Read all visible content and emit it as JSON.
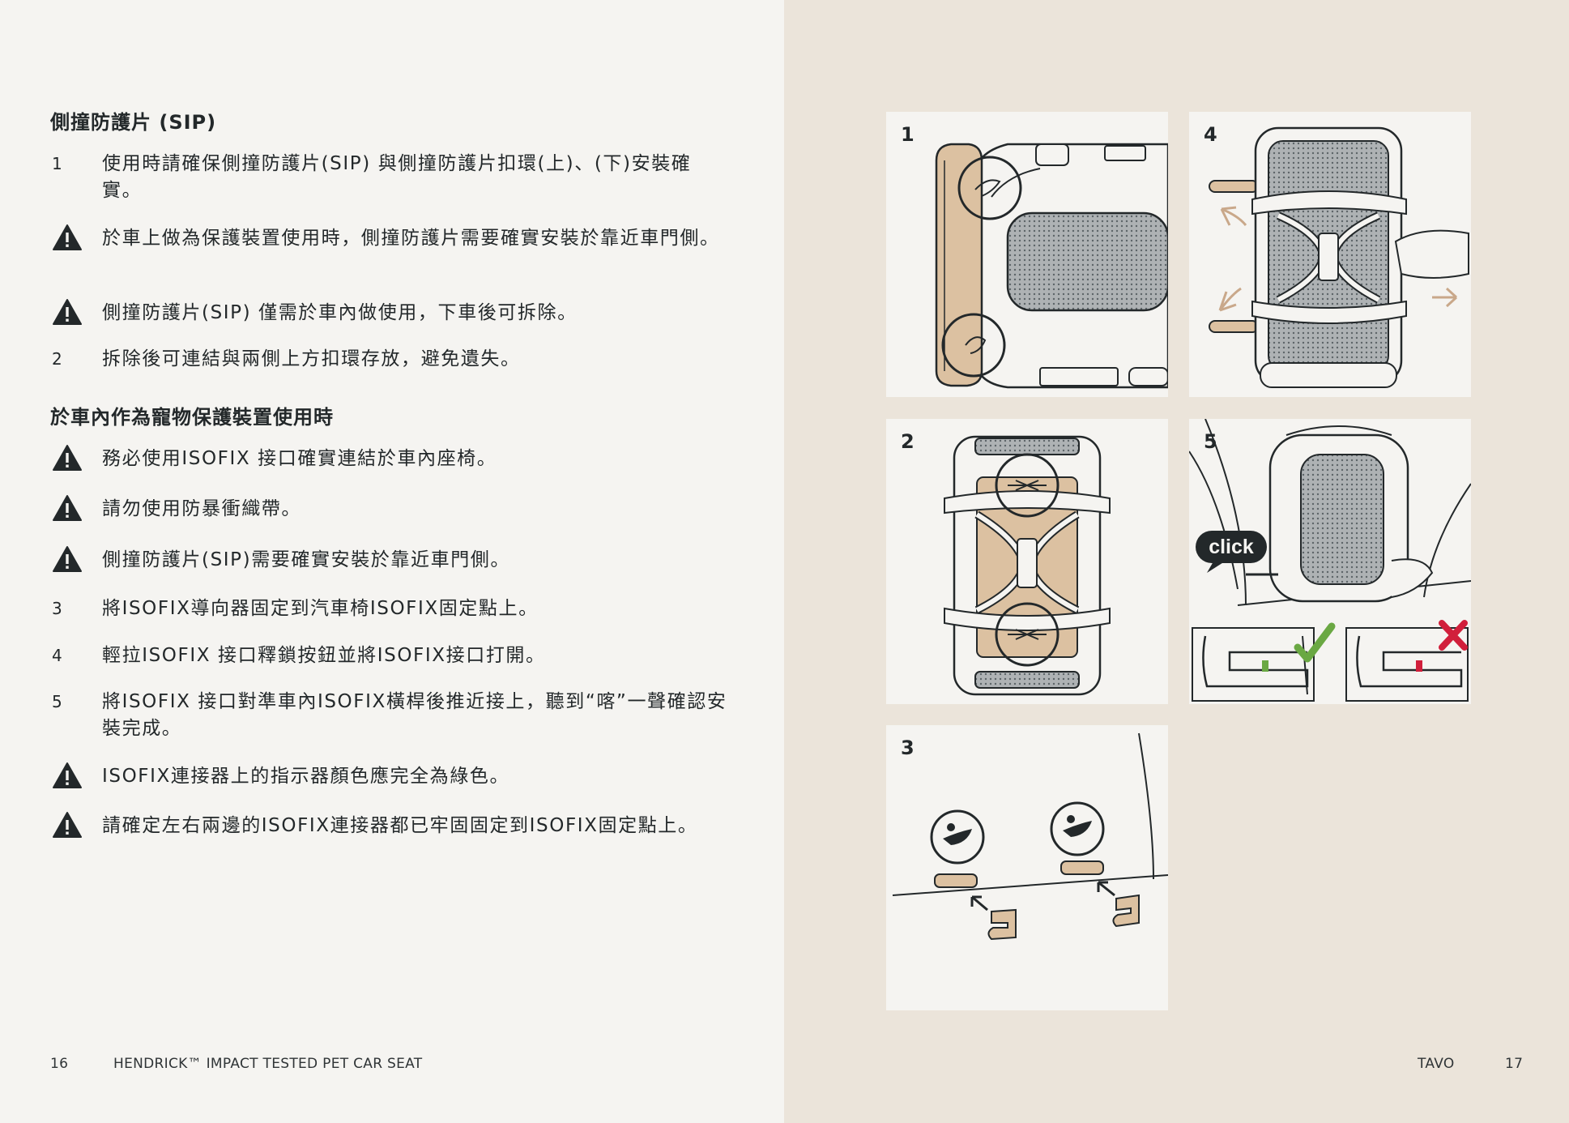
{
  "left": {
    "section1_title": "側撞防護片 (SIP)",
    "section1_items": [
      {
        "marker": "1",
        "text": "使用時請確保側撞防護片(SIP) 與側撞防護片扣環(上)、(下)安裝確實。"
      },
      {
        "marker": "warning-icon",
        "text": "於車上做為保護裝置使用時，側撞防護片需要確實安裝於靠近車門側。"
      },
      {
        "marker": "warning-icon",
        "text": "側撞防護片(SIP) 僅需於車內做使用，下車後可拆除。"
      },
      {
        "marker": "2",
        "text": "拆除後可連結與兩側上方扣環存放，避免遺失。"
      }
    ],
    "section2_title": "於車內作為寵物保護裝置使用時",
    "section2_items": [
      {
        "marker": "warning-icon",
        "text": "務必使用ISOFIX 接口確實連結於車內座椅。"
      },
      {
        "marker": "warning-icon",
        "text": "請勿使用防暴衝織帶。"
      },
      {
        "marker": "warning-icon",
        "text": "側撞防護片(SIP)需要確實安裝於靠近車門側。"
      },
      {
        "marker": "3",
        "text": "將ISOFIX導向器固定到汽車椅ISOFIX固定點上。"
      },
      {
        "marker": "4",
        "text": "輕拉ISOFIX 接口釋鎖按鈕並將ISOFIX接口打開。"
      },
      {
        "marker": "5",
        "text": "將ISOFIX 接口對準車內ISOFIX橫桿後推近接上，聽到“喀”一聲確認安裝完成。"
      },
      {
        "marker": "warning-icon",
        "text": "ISOFIX連接器上的指示器顏色應完全為綠色。"
      },
      {
        "marker": "warning-icon",
        "text": "請確定左右兩邊的ISOFIX連接器都已牢固固定到ISOFIX固定點上。"
      }
    ],
    "footer_page": "16",
    "footer_title": "HENDRICK™ IMPACT TESTED PET CAR SEAT"
  },
  "right": {
    "panels": [
      {
        "number": "1",
        "illustration": "side-impact-protector-illustration"
      },
      {
        "number": "4",
        "illustration": "isofix-release-illustration"
      },
      {
        "number": "2",
        "illustration": "sip-storage-illustration"
      },
      {
        "number": "5",
        "illustration": "isofix-attach-illustration",
        "callout": "click"
      },
      {
        "number": "3",
        "illustration": "isofix-guide-illustration"
      }
    ],
    "footer_brand": "TAVO",
    "footer_page": "17"
  },
  "colors": {
    "left_page": "#f5f4f1",
    "right_page": "#ebe4da",
    "ink": "#23282a",
    "tan": "#dcc1a1",
    "mesh": "#5d6468",
    "ok_green": "#6aa843",
    "error_red": "#d11f3b"
  }
}
